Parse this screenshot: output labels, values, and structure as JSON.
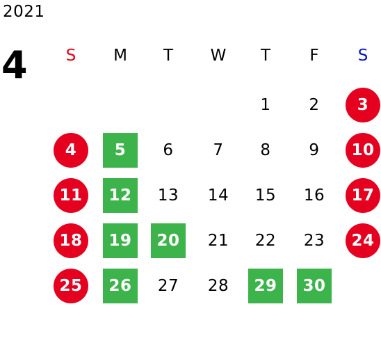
{
  "calendar": {
    "year": "2021",
    "month": "4",
    "weekdays": [
      {
        "label": "S",
        "color": "#e60012"
      },
      {
        "label": "M",
        "color": "#000000"
      },
      {
        "label": "T",
        "color": "#000000"
      },
      {
        "label": "W",
        "color": "#000000"
      },
      {
        "label": "T",
        "color": "#000000"
      },
      {
        "label": "F",
        "color": "#000000"
      },
      {
        "label": "S",
        "color": "#0014c8"
      }
    ],
    "colors": {
      "holiday_circle": "#e50020",
      "highlight_square": "#3cb44b",
      "text_default": "#000000",
      "text_on_mark": "#ffffff"
    },
    "weeks": [
      [
        {
          "day": ""
        },
        {
          "day": ""
        },
        {
          "day": ""
        },
        {
          "day": ""
        },
        {
          "day": "1",
          "style": "plain"
        },
        {
          "day": "2",
          "style": "plain"
        },
        {
          "day": "3",
          "style": "circle"
        }
      ],
      [
        {
          "day": "4",
          "style": "circle"
        },
        {
          "day": "5",
          "style": "square"
        },
        {
          "day": "6",
          "style": "plain"
        },
        {
          "day": "7",
          "style": "plain"
        },
        {
          "day": "8",
          "style": "plain"
        },
        {
          "day": "9",
          "style": "plain"
        },
        {
          "day": "10",
          "style": "circle"
        }
      ],
      [
        {
          "day": "11",
          "style": "circle"
        },
        {
          "day": "12",
          "style": "square"
        },
        {
          "day": "13",
          "style": "plain"
        },
        {
          "day": "14",
          "style": "plain"
        },
        {
          "day": "15",
          "style": "plain"
        },
        {
          "day": "16",
          "style": "plain"
        },
        {
          "day": "17",
          "style": "circle"
        }
      ],
      [
        {
          "day": "18",
          "style": "circle"
        },
        {
          "day": "19",
          "style": "square"
        },
        {
          "day": "20",
          "style": "square"
        },
        {
          "day": "21",
          "style": "plain"
        },
        {
          "day": "22",
          "style": "plain"
        },
        {
          "day": "23",
          "style": "plain"
        },
        {
          "day": "24",
          "style": "circle"
        }
      ],
      [
        {
          "day": "25",
          "style": "circle"
        },
        {
          "day": "26",
          "style": "square"
        },
        {
          "day": "27",
          "style": "plain"
        },
        {
          "day": "28",
          "style": "plain"
        },
        {
          "day": "29",
          "style": "square"
        },
        {
          "day": "30",
          "style": "square"
        },
        {
          "day": ""
        }
      ]
    ]
  }
}
